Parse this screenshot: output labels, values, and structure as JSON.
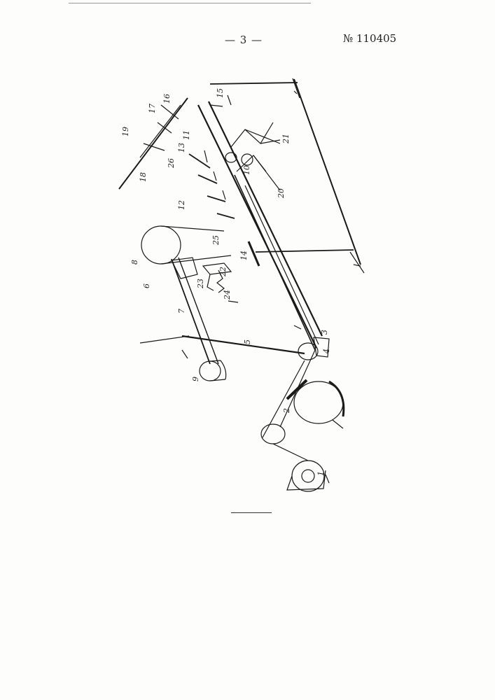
{
  "header": {
    "page_number": "— 3 —",
    "patent_number": "№ 110405"
  },
  "figure": {
    "part_labels": [
      "1",
      "2",
      "3",
      "4",
      "5",
      "6",
      "7",
      "8",
      "9",
      "10",
      "11",
      "12",
      "13",
      "14",
      "15",
      "16",
      "17",
      "18",
      "19",
      "20",
      "21",
      "22",
      "23",
      "24",
      "25",
      "26"
    ]
  }
}
